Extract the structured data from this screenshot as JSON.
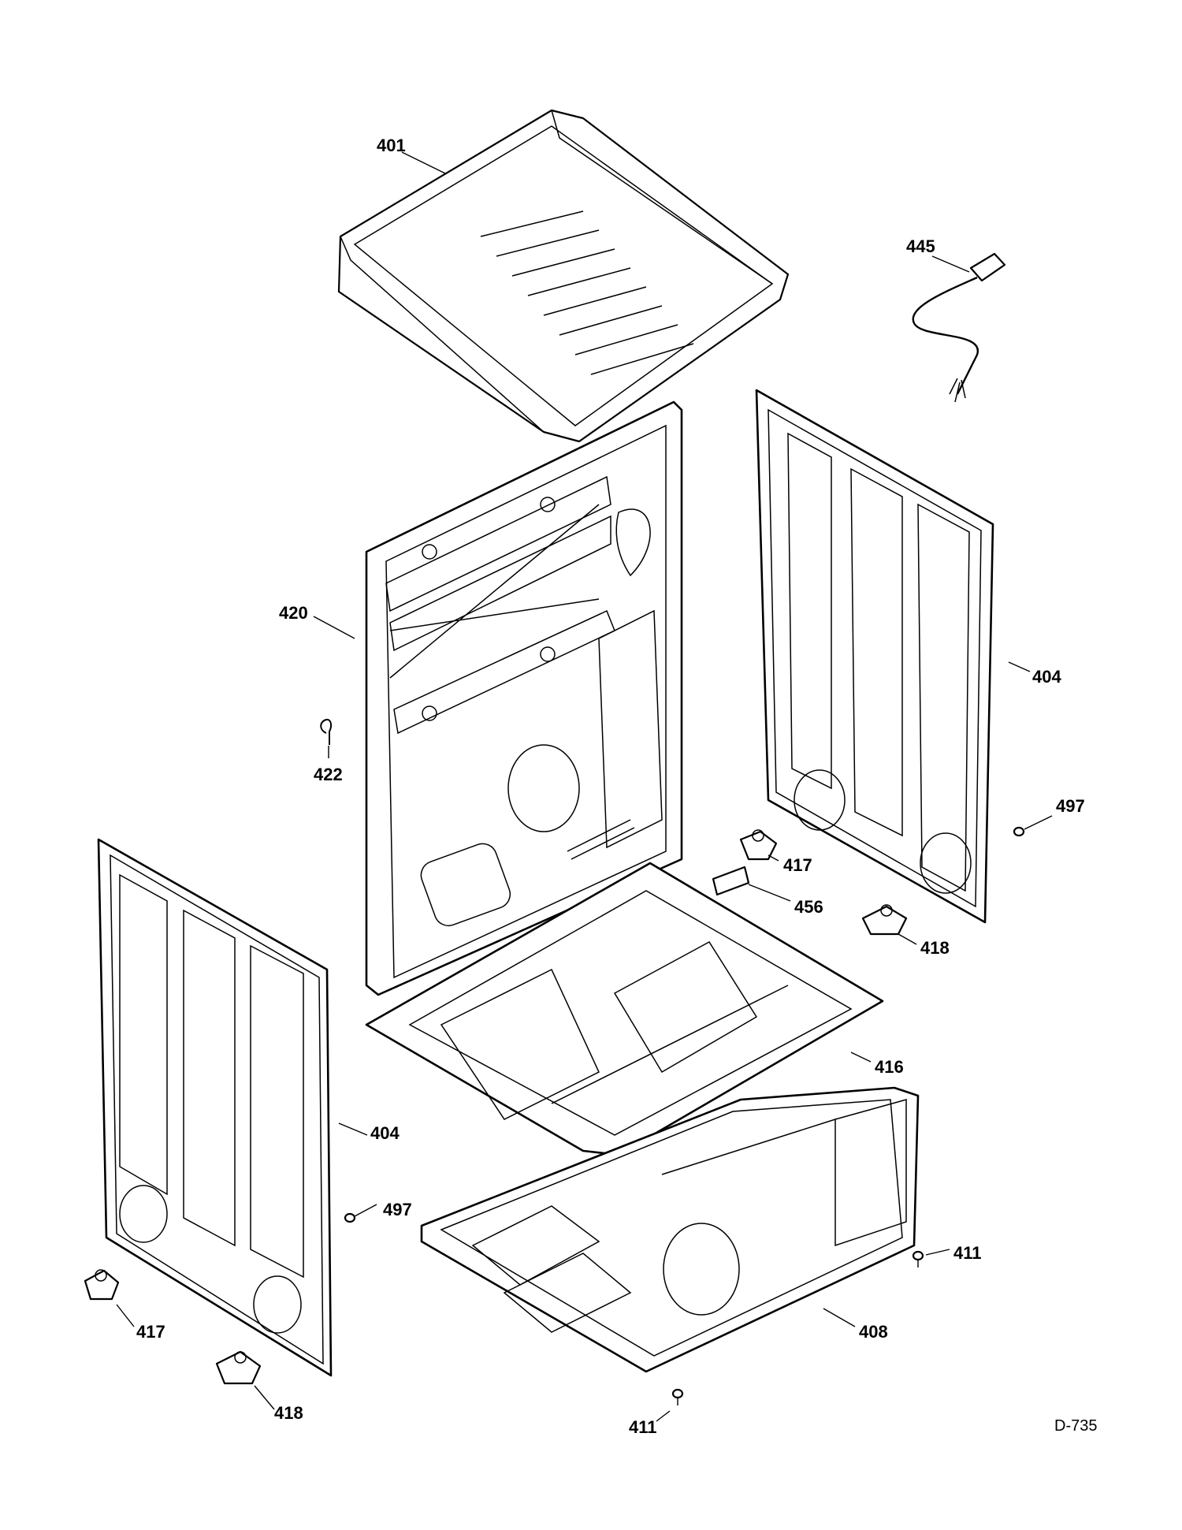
{
  "diagram": {
    "drawing_code": "D-735",
    "parts": {
      "top_cover": "401",
      "power_cord": "445",
      "front_panel": "420",
      "clip": "422",
      "side_panel_right": "404",
      "screw_right": "497",
      "leveling_leg_right": "417",
      "bracket": "456",
      "caster_right": "418",
      "base_tray": "416",
      "side_panel_left": "404",
      "screw_left": "497",
      "foot_right": "411",
      "base_frame": "408",
      "leveling_leg_left": "417",
      "caster_left": "418",
      "foot_bottom": "411"
    }
  }
}
